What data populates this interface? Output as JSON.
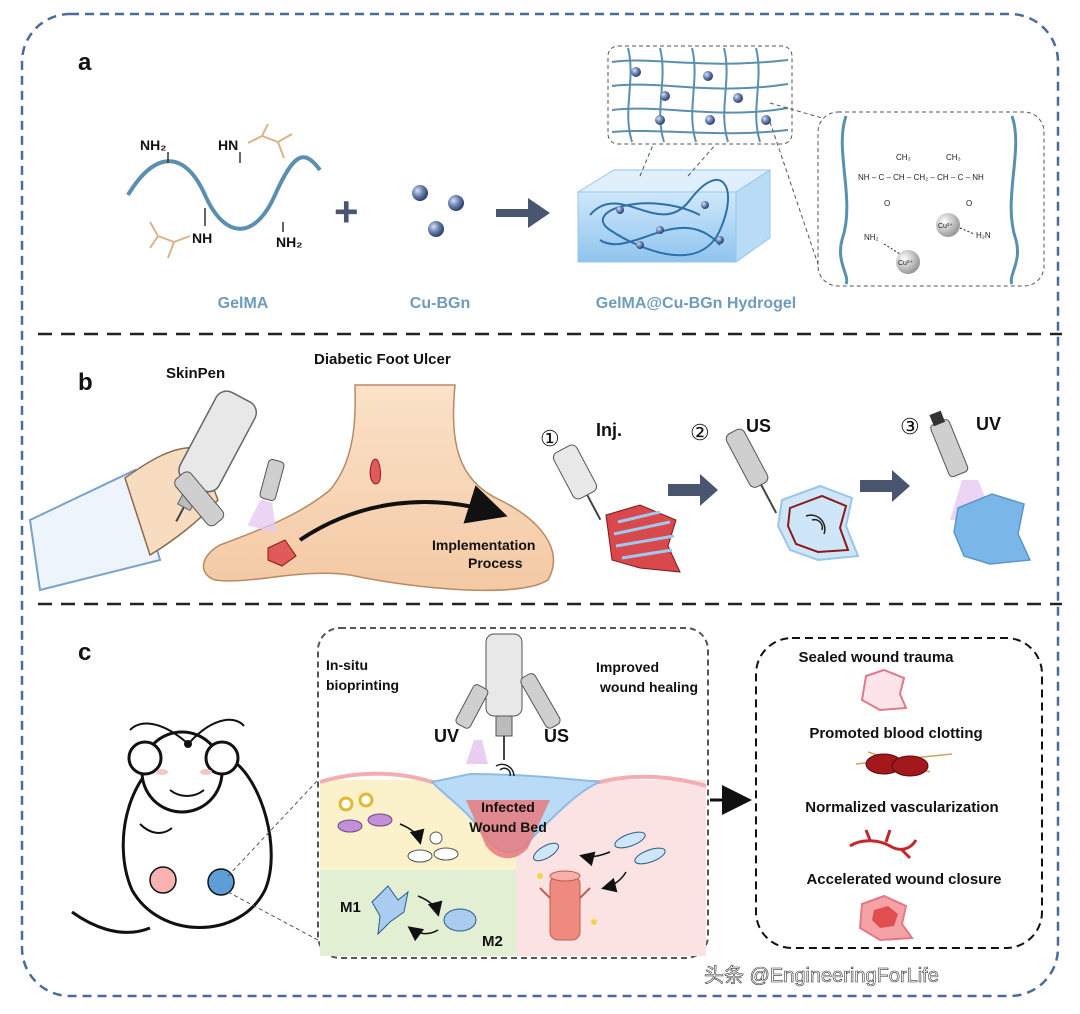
{
  "panels": {
    "a": {
      "label": "a",
      "gelma_groups": {
        "nh2_top": "NH₂",
        "hn_top": "HN",
        "nh_bottom": "NH",
        "nh2_bottom": "NH₂"
      },
      "plus": "+",
      "caption_gelma": "GelMA",
      "caption_cubgn": "Cu-BGn",
      "caption_hydrogel": "GelMA@Cu-BGn Hydrogel",
      "chem": {
        "ch3_left": "CH₃",
        "ch3_right": "CH₃",
        "chain": "NH – C – CH – CH₂ – CH – C – NH",
        "o_left": "O",
        "o_right": "O",
        "nh2_left": "NH₂",
        "h2n_right": "H₂N",
        "cu_a": "Cu²⁺",
        "cu_b": "Cu²⁺"
      }
    },
    "b": {
      "label": "b",
      "skinpen": "SkinPen",
      "ulcer": "Diabetic Foot Ulcer",
      "implementation_line1": "Implementation",
      "implementation_line2": "Process",
      "steps": [
        {
          "num": "①",
          "label": "Inj."
        },
        {
          "num": "②",
          "label": "US"
        },
        {
          "num": "③",
          "label": "UV"
        }
      ]
    },
    "c": {
      "label": "c",
      "insitu_line1": "In-situ",
      "insitu_line2": "bioprinting",
      "improved_line1": "Improved",
      "improved_line2": "wound healing",
      "uv": "UV",
      "us": "US",
      "wound_line1": "Infected",
      "wound_line2": "Wound Bed",
      "m1": "M1",
      "m2": "M2",
      "outcomes": [
        "Sealed wound trauma",
        "Promoted blood clotting",
        "Normalized vascularization",
        "Accelerated wound closure"
      ]
    }
  },
  "watermark": "头条 @EngineeringForLife",
  "colors": {
    "frame": "#4a6c9b",
    "caption": "#6f9bbd",
    "arrow": "#4a5670",
    "wound": "#e06a6a",
    "hydrogel": "#9ec9ef"
  }
}
